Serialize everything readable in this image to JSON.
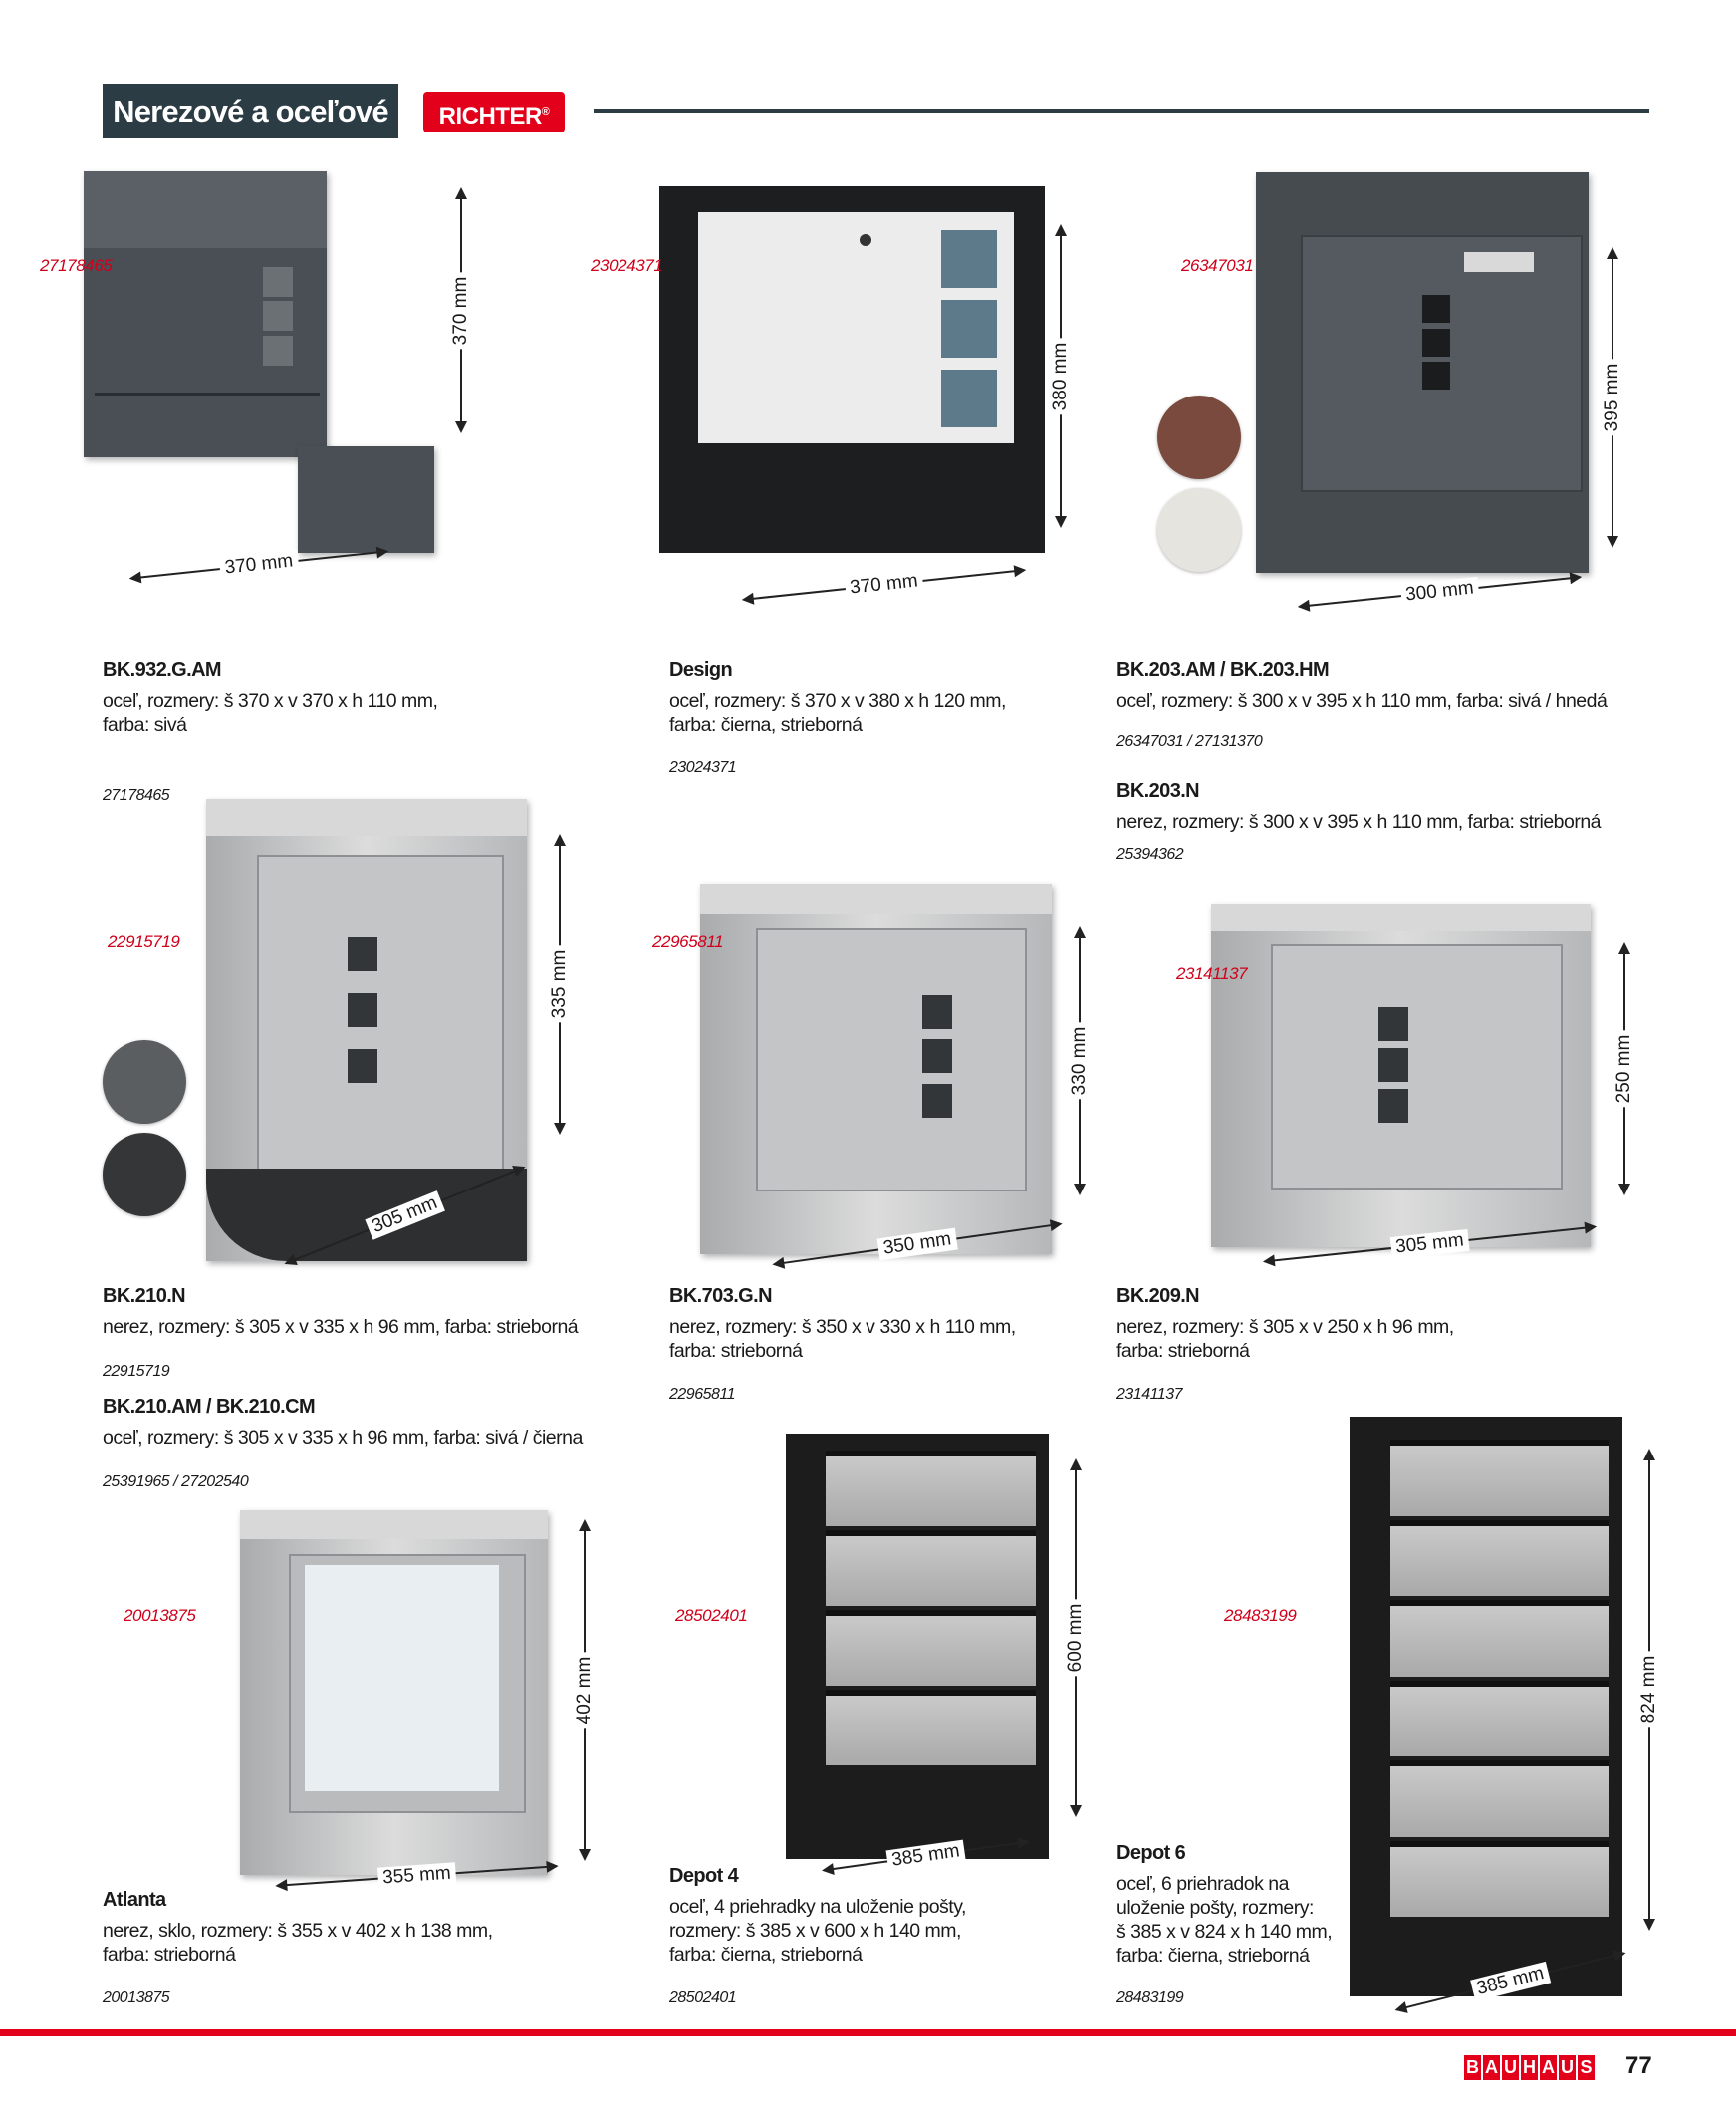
{
  "header": {
    "title": "Nerezové a oceľové",
    "brand": "RICHTER",
    "brand_mark": "®"
  },
  "colors": {
    "accent_red": "#e2001a",
    "header_dark": "#2b3c44"
  },
  "products": [
    {
      "ref": "27178465",
      "dim_v": "370 mm",
      "dim_h": "370 mm",
      "entries": [
        {
          "name": "BK.932.G.AM",
          "desc": [
            "oceľ, rozmery: š 370 x v 370 x h 110 mm,",
            "farba: sivá"
          ],
          "code": "27178465"
        }
      ]
    },
    {
      "ref": "23024371",
      "dim_v": "380 mm",
      "dim_h": "370 mm",
      "entries": [
        {
          "name": "Design",
          "desc": [
            "oceľ, rozmery: š 370 x v 380 x h 120 mm,",
            "farba: čierna, strieborná"
          ],
          "code": "23024371"
        }
      ]
    },
    {
      "ref": "26347031",
      "dim_v": "395 mm",
      "dim_h": "300 mm",
      "swatches": [
        "#7a4a3e",
        "#e6e4df"
      ],
      "entries": [
        {
          "name": "BK.203.AM / BK.203.HM",
          "desc": [
            "oceľ, rozmery: š 300 x v 395 x h 110 mm, farba: sivá / hnedá"
          ],
          "code": "26347031 / 27131370"
        },
        {
          "name": "BK.203.N",
          "desc": [
            "nerez, rozmery: š 300 x v 395 x h 110 mm, farba: strieborná"
          ],
          "code": "25394362"
        }
      ]
    },
    {
      "ref": "22915719",
      "dim_v": "335 mm",
      "dim_h": "305 mm",
      "swatches": [
        "#5b5e61",
        "#343638"
      ],
      "entries": [
        {
          "name": "BK.210.N",
          "desc": [
            "nerez, rozmery: š 305 x v 335 x h 96 mm, farba: strieborná"
          ],
          "code": "22915719"
        },
        {
          "name": "BK.210.AM / BK.210.CM",
          "desc": [
            "oceľ, rozmery: š 305 x v 335 x h 96 mm, farba: sivá / čierna"
          ],
          "code": "25391965 / 27202540"
        }
      ]
    },
    {
      "ref": "22965811",
      "dim_v": "330 mm",
      "dim_h": "350 mm",
      "entries": [
        {
          "name": "BK.703.G.N",
          "desc": [
            "nerez, rozmery: š 350 x v 330 x h 110 mm,",
            "farba: strieborná"
          ],
          "code": "22965811"
        }
      ]
    },
    {
      "ref": "23141137",
      "dim_v": "250 mm",
      "dim_h": "305 mm",
      "entries": [
        {
          "name": "BK.209.N",
          "desc": [
            "nerez, rozmery: š 305 x v 250 x h 96 mm,",
            "farba: strieborná"
          ],
          "code": "23141137"
        }
      ]
    },
    {
      "ref": "20013875",
      "dim_v": "402 mm",
      "dim_h": "355 mm",
      "entries": [
        {
          "name": "Atlanta",
          "desc": [
            "nerez, sklo, rozmery: š 355 x v 402 x h 138 mm,",
            "farba: strieborná"
          ],
          "code": "20013875"
        }
      ]
    },
    {
      "ref": "28502401",
      "dim_v": "600 mm",
      "dim_h": "385 mm",
      "entries": [
        {
          "name": "Depot 4",
          "desc": [
            "oceľ, 4 priehradky na uloženie pošty,",
            "rozmery: š 385 x v 600 x h 140 mm,",
            "farba: čierna, strieborná"
          ],
          "code": "28502401"
        }
      ]
    },
    {
      "ref": "28483199",
      "dim_v": "824 mm",
      "dim_h": "385 mm",
      "entries": [
        {
          "name": "Depot 6",
          "desc": [
            "oceľ, 6 priehradok na",
            "uloženie pošty, rozmery:",
            "š 385 x v 824 x h 140 mm,",
            "farba: čierna, strieborná"
          ],
          "code": "28483199"
        }
      ]
    }
  ],
  "footer": {
    "logo": "BAUHAUS",
    "page": "77"
  }
}
